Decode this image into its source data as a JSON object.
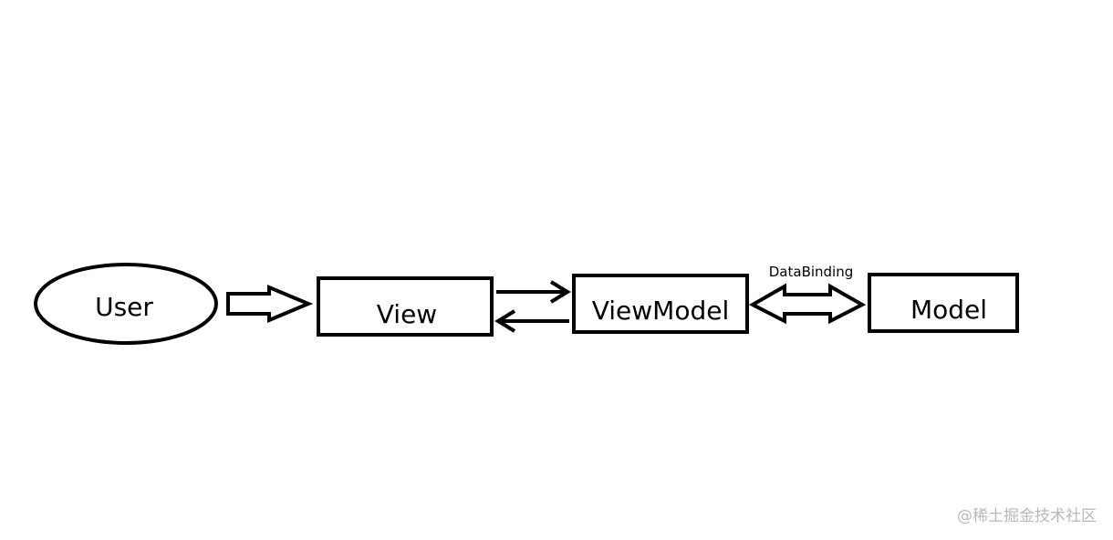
{
  "nodes": {
    "user": "User",
    "view": "View",
    "viewmodel": "ViewModel",
    "model": "Model"
  },
  "edges": {
    "vm_model_label": "DataBinding"
  },
  "watermark": "@稀土掘金技术社区",
  "colors": {
    "stroke": "#000000",
    "background": "#ffffff",
    "watermark": "#b8b8b8"
  }
}
